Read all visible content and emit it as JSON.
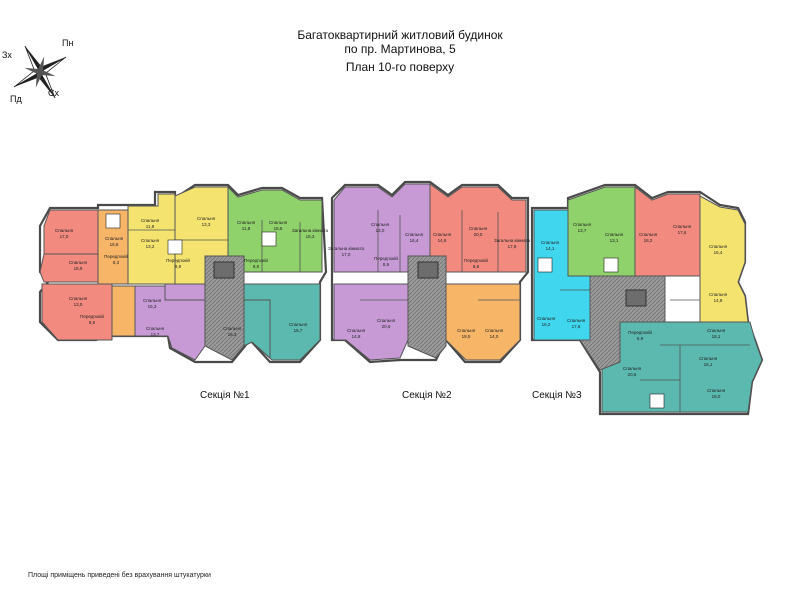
{
  "header": {
    "line1": "Багатоквартирний житловий будинок",
    "line2": "по пр. Мартинова, 5",
    "line3": "План 10-го поверху"
  },
  "compass": {
    "north": "Пн",
    "west": "Зх",
    "south": "Пд",
    "east": "Сх"
  },
  "sections": [
    "Секція №1",
    "Секція №2",
    "Секція №3"
  ],
  "footnote": "Площі приміщень приведені без врахування штукатурки",
  "colors": {
    "red": "#f28a80",
    "orange": "#f7b567",
    "yellow": "#f4e36e",
    "green": "#8fd16a",
    "purple": "#c79ad6",
    "teal": "#5bb9b0",
    "cyan": "#3fd6ee",
    "lime": "#b9e063",
    "core": "#a7a7a7",
    "wall": "#555555"
  },
  "room_labels": [
    {
      "id": "r1",
      "name": "Спальня",
      "area": "17,0"
    },
    {
      "id": "r2",
      "name": "Спальня",
      "area": "18,9"
    },
    {
      "id": "r3",
      "name": "Спальня",
      "area": "16,6"
    },
    {
      "id": "r4",
      "name": "Передпокій",
      "area": "8,3"
    },
    {
      "id": "r5",
      "name": "Спальня",
      "area": "11,8"
    },
    {
      "id": "r6",
      "name": "Спальня",
      "area": "13,2"
    },
    {
      "id": "r7",
      "name": "Передпокій",
      "area": "8,8"
    },
    {
      "id": "r8",
      "name": "Спальня",
      "area": "13,3"
    },
    {
      "id": "r9",
      "name": "Спальня",
      "area": "11,8"
    },
    {
      "id": "r10",
      "name": "Загальна кімната",
      "area": "18,3"
    },
    {
      "id": "r11",
      "name": "Передпокій",
      "area": "8,8"
    },
    {
      "id": "r12",
      "name": "Спальня",
      "area": "18,5"
    },
    {
      "id": "r13",
      "name": "Передпокій",
      "area": "8,5"
    },
    {
      "id": "r14",
      "name": "Спальня",
      "area": "13,0"
    },
    {
      "id": "r15",
      "name": "Спальня",
      "area": "13,7"
    },
    {
      "id": "r16",
      "name": "Спальня",
      "area": "16,3"
    },
    {
      "id": "r17",
      "name": "Спальня",
      "area": "15,7"
    },
    {
      "id": "r18",
      "name": "Загальна кімната",
      "area": "17,0"
    },
    {
      "id": "r19",
      "name": "Спальня",
      "area": "13,0"
    },
    {
      "id": "r20",
      "name": "Спальня",
      "area": "16,4"
    },
    {
      "id": "r21",
      "name": "Передпокій",
      "area": "8,9"
    },
    {
      "id": "r22",
      "name": "Спальня",
      "area": "14,9"
    },
    {
      "id": "r23",
      "name": "Спальня",
      "area": "20,6"
    },
    {
      "id": "r24",
      "name": "Спальня",
      "area": "14,8"
    },
    {
      "id": "r25",
      "name": "Спальня",
      "area": "20,0"
    },
    {
      "id": "r26",
      "name": "Загальна кімната",
      "area": "17,9"
    },
    {
      "id": "r27",
      "name": "Передпокій",
      "area": "8,8"
    },
    {
      "id": "r28",
      "name": "Спальня",
      "area": "19,5"
    },
    {
      "id": "r29",
      "name": "Спальня",
      "area": "14,0"
    },
    {
      "id": "r30",
      "name": "Спальня",
      "area": "14,1"
    },
    {
      "id": "r31",
      "name": "Спальня",
      "area": "13,7"
    },
    {
      "id": "r32",
      "name": "Спальня",
      "area": "13,1"
    },
    {
      "id": "r33",
      "name": "Спальня",
      "area": "18,2"
    },
    {
      "id": "r34",
      "name": "Спальня",
      "area": "17,6"
    },
    {
      "id": "r35",
      "name": "Спальня",
      "area": "16,4"
    },
    {
      "id": "r36",
      "name": "Спальня",
      "area": "14,8"
    },
    {
      "id": "r37",
      "name": "Спальня",
      "area": "18,1"
    },
    {
      "id": "r38",
      "name": "Спальня",
      "area": "20,6"
    },
    {
      "id": "r39",
      "name": "Спальня",
      "area": "18,1"
    },
    {
      "id": "r40",
      "name": "Спальня",
      "area": "18,0"
    },
    {
      "id": "r41",
      "name": "Передпокій",
      "area": "5,9"
    },
    {
      "id": "r42",
      "name": "Спальня",
      "area": "16,2"
    },
    {
      "id": "r43",
      "name": "Спальня",
      "area": "17,6"
    },
    {
      "id": "r44",
      "name": "Спальня",
      "area": "15,3"
    }
  ]
}
